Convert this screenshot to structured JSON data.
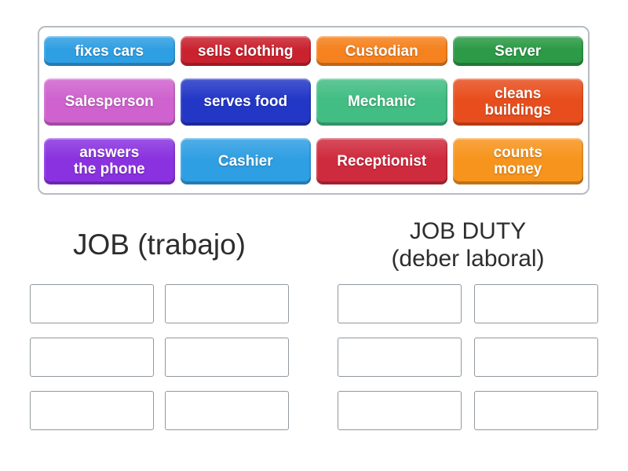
{
  "tray": {
    "tiles": [
      {
        "label": "fixes cars",
        "color": "#2f9fe3"
      },
      {
        "label": "sells clothing",
        "color": "#c9232f"
      },
      {
        "label": "Custodian",
        "color": "#f5821f"
      },
      {
        "label": "Server",
        "color": "#2c9a47"
      },
      {
        "label": "Salesperson",
        "color": "#cf62ce"
      },
      {
        "label": "serves food",
        "color": "#2337c6"
      },
      {
        "label": "Mechanic",
        "color": "#42bd83"
      },
      {
        "label": "cleans\nbuildings",
        "color": "#e84e1d"
      },
      {
        "label": "answers\nthe phone",
        "color": "#8a32e0"
      },
      {
        "label": "Cashier",
        "color": "#2f9fe3"
      },
      {
        "label": "Receptionist",
        "color": "#cf2b3e"
      },
      {
        "label": "counts\nmoney",
        "color": "#f7941d"
      }
    ]
  },
  "groups": [
    {
      "title": "JOB (trabajo)"
    },
    {
      "title": "JOB DUTY\n(deber laboral)"
    }
  ]
}
